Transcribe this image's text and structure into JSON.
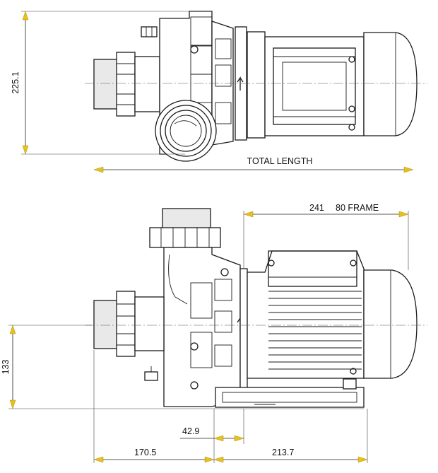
{
  "dimensions": {
    "top_view_height": "225.1",
    "total_length": "TOTAL LENGTH",
    "motor_length": "241",
    "frame_size": "80 FRAME",
    "shaft_height": "133",
    "flange_offset": "42.9",
    "pump_length": "170.5",
    "motor_base_length": "213.7"
  },
  "colors": {
    "arrowheads": "#e8c21a",
    "linework": "#1a1a1a"
  }
}
